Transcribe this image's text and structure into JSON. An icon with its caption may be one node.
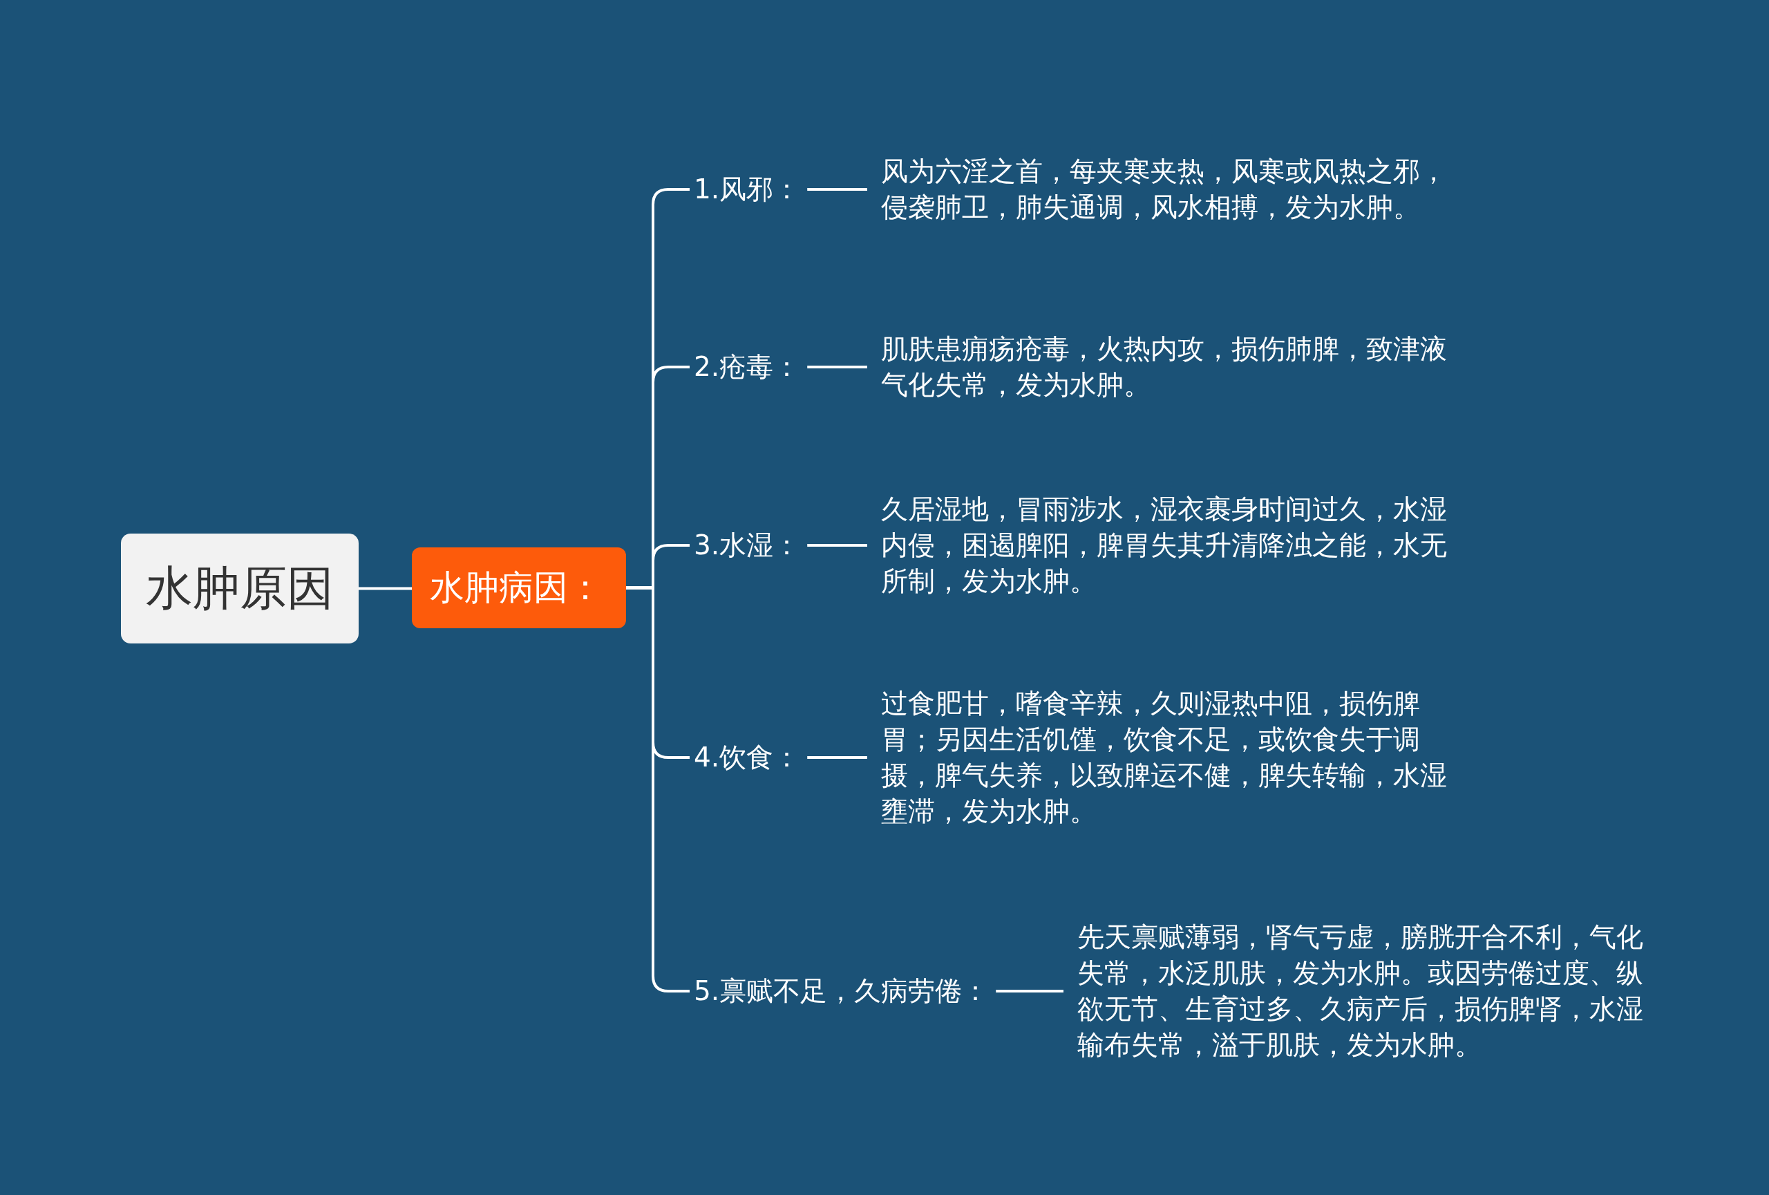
{
  "diagram": {
    "nodes": [
      {
        "text": [
          "水肿原因"
        ]
      },
      {
        "text": [
          "水肿病因："
        ]
      },
      {
        "text": [
          "1.风邪："
        ]
      },
      {
        "text": [
          "风为六淫之首，每夹寒夹热，风寒或风热之邪，侵袭肺卫，肺失通调，风水相搏，发为水肿。"
        ]
      },
      {
        "text": [
          "2.疮毒："
        ]
      },
      {
        "text": [
          "肌肤患痈疡疮毒，火热内攻，损伤肺脾，致津液气化失常，发为水肿。"
        ]
      },
      {
        "text": [
          "3.水湿："
        ]
      },
      {
        "text": [
          "久居湿地，冒雨涉水，湿衣裹身时间过久，水湿内侵，困遏脾阳，脾胃失其升清降浊之能，水无所制，发为水肿。"
        ]
      },
      {
        "text": [
          "4.饮食："
        ]
      },
      {
        "text": [
          "过食肥甘，嗜食辛辣，久则湿热中阻，损伤脾胃；另因生活饥馑，饮食不足，或饮食失于调摄，脾气失养，以致脾运不健，脾失转输，水湿壅滞，发为水肿。"
        ]
      },
      {
        "text": [
          "5.禀赋不足，久病劳倦："
        ]
      },
      {
        "text": [
          "先天禀赋薄弱，肾气亏虚，膀胱开合不利，气化失常，水泛肌肤，发为水肿。或因劳倦过度、纵欲无节、生育过多、久病产后，损伤脾肾，水湿输布失常，溢于肌肤，发为水肿。"
        ]
      }
    ],
    "edges": [
      {
        "from": 0,
        "to": 1,
        "arrow": "none"
      },
      {
        "from": 1,
        "to": 2,
        "arrow": "none"
      },
      {
        "from": 1,
        "to": 4,
        "arrow": "none"
      },
      {
        "from": 1,
        "to": 6,
        "arrow": "none"
      },
      {
        "from": 1,
        "to": 8,
        "arrow": "none"
      },
      {
        "from": 1,
        "to": 10,
        "arrow": "none"
      },
      {
        "from": 2,
        "to": 3,
        "arrow": "none"
      },
      {
        "from": 4,
        "to": 5,
        "arrow": "none"
      },
      {
        "from": 6,
        "to": 7,
        "arrow": "none"
      },
      {
        "from": 8,
        "to": 9,
        "arrow": "none"
      },
      {
        "from": 10,
        "to": 11,
        "arrow": "none"
      }
    ]
  }
}
